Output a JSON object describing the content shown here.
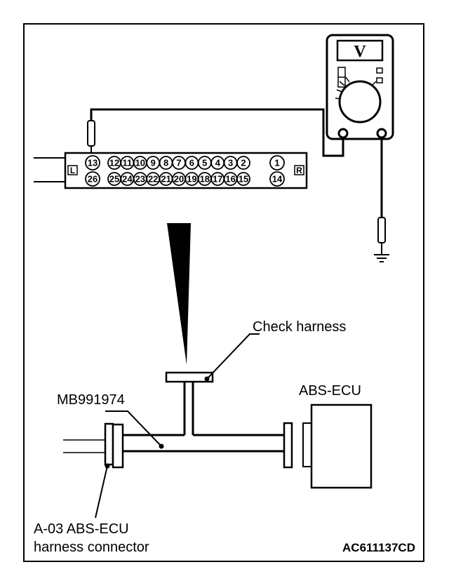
{
  "meter": {
    "display_symbol": "V"
  },
  "connector": {
    "left_marker": "L",
    "right_marker": "R",
    "top_pins": [
      "13",
      "12",
      "11",
      "10",
      "9",
      "8",
      "7",
      "6",
      "5",
      "4",
      "3",
      "2",
      "1"
    ],
    "bottom_pins": [
      "26",
      "25",
      "24",
      "23",
      "22",
      "21",
      "20",
      "19",
      "18",
      "17",
      "16",
      "15",
      "14"
    ]
  },
  "labels": {
    "check_harness": "Check harness",
    "tool": "MB991974",
    "ecu": "ABS-ECU",
    "connector_line1": "A-03 ABS-ECU",
    "connector_line2": "harness connector",
    "figure_code": "AC611137CD"
  }
}
